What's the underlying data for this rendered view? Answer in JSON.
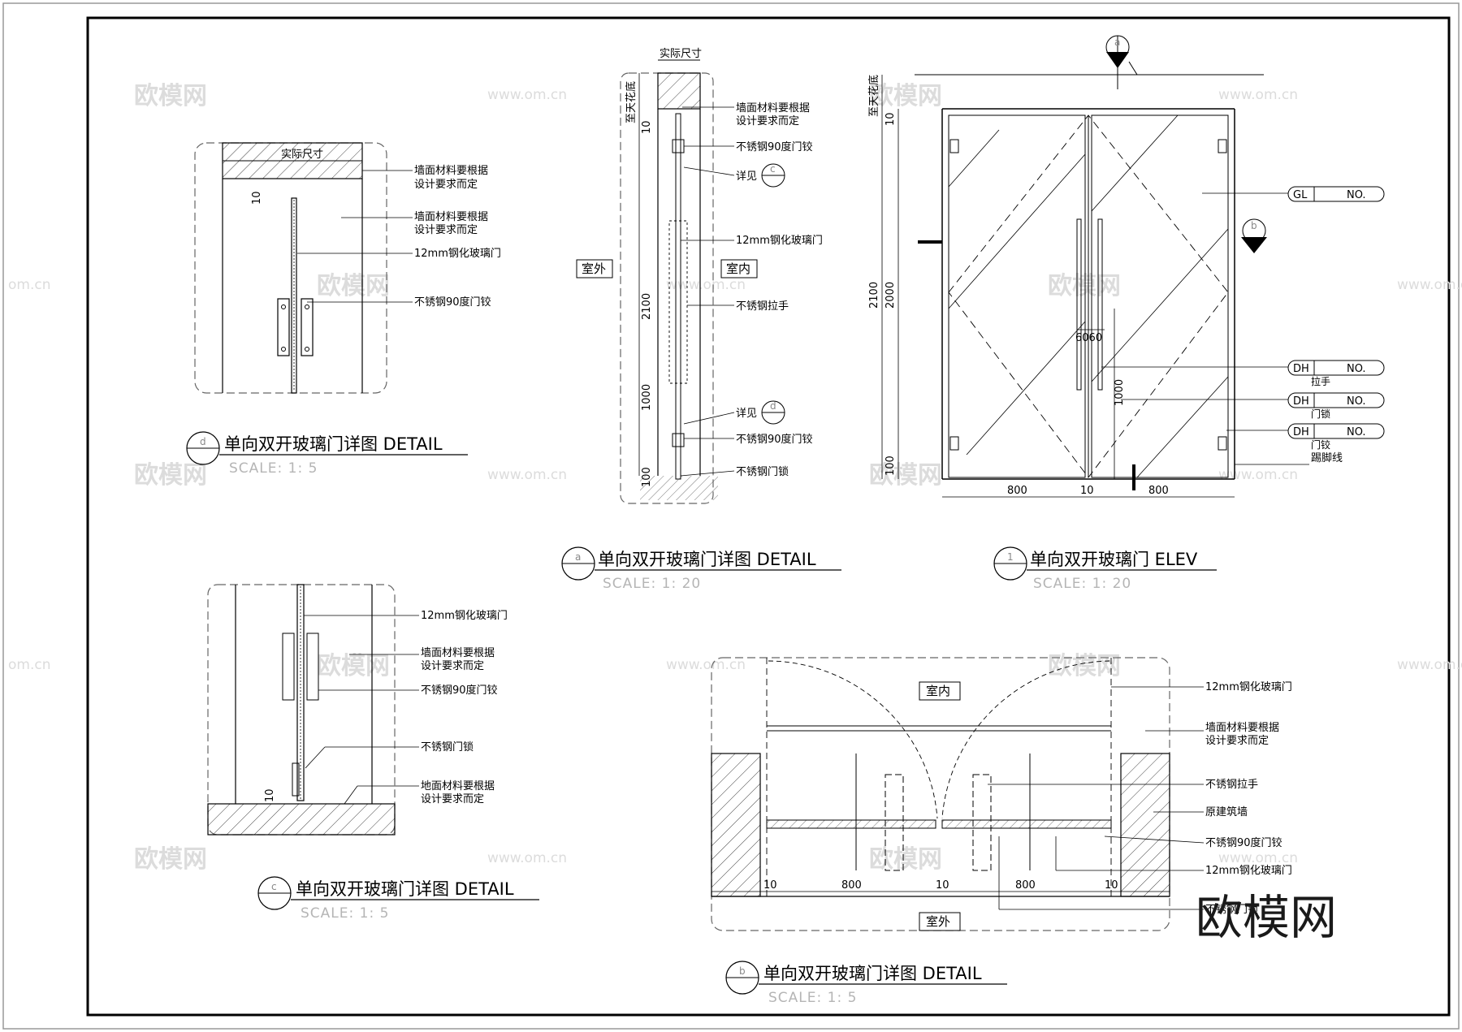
{
  "watermarks": {
    "brand": "欧模网",
    "url": "www.om.cn",
    "url_short": "om.cn",
    "brand_corner": "欧模网"
  },
  "drawing_d": {
    "top_dim": "实际尺寸",
    "gap_dim": "10",
    "labels": [
      "墙面材料要根据",
      "设计要求而定",
      "墙面材料要根据",
      "设计要求而定",
      "12mm钢化玻璃门",
      "不锈钢90度门铰"
    ],
    "bubble": "d",
    "title": "单向双开玻璃门详图   DETAIL",
    "scale": "SCALE: 1: 5"
  },
  "drawing_a": {
    "top_dim": "实际尺寸",
    "dims": [
      "至天花底",
      "10",
      "2100",
      "1000",
      "100"
    ],
    "outside": "室外",
    "inside": "室内",
    "labels": [
      "墙面材料要根据",
      "设计要求而定",
      "不锈钢90度门铰",
      "详见",
      "12mm钢化玻璃门",
      "不锈钢拉手",
      "详见",
      "不锈钢90度门铰",
      "不锈钢门锁"
    ],
    "ref_c": "c",
    "ref_d": "d",
    "bubble": "a",
    "title": "单向双开玻璃门详图   DETAIL",
    "scale": "SCALE: 1: 20"
  },
  "drawing_1": {
    "dims": [
      "至天花底",
      "10",
      "2100",
      "2000",
      "1000",
      "100",
      "800",
      "10",
      "800",
      "6060"
    ],
    "ref_a": "a",
    "ref_b": "b",
    "tags": [
      {
        "code": "GL",
        "no": "NO.",
        "note": ""
      },
      {
        "code": "DH",
        "no": "NO.",
        "note": "拉手"
      },
      {
        "code": "DH",
        "no": "NO.",
        "note": "门锁"
      },
      {
        "code": "DH",
        "no": "NO.",
        "note": "门铰"
      }
    ],
    "kick": "踢脚线",
    "bubble": "1",
    "title": "单向双开玻璃门   ELEV",
    "scale": "SCALE: 1: 20"
  },
  "drawing_c": {
    "dim": "10",
    "labels": [
      "12mm钢化玻璃门",
      "墙面材料要根据",
      "设计要求而定",
      "不锈钢90度门铰",
      "不锈钢门锁",
      "地面材料要根据",
      "设计要求而定"
    ],
    "bubble": "c",
    "title": "单向双开玻璃门详图   DETAIL",
    "scale": "SCALE: 1: 5"
  },
  "drawing_b": {
    "inside": "室内",
    "outside": "室外",
    "dims": [
      "10",
      "800",
      "10",
      "800",
      "10"
    ],
    "labels": [
      "12mm钢化玻璃门",
      "墙面材料要根据",
      "设计要求而定",
      "不锈钢拉手",
      "原建筑墙",
      "不锈钢90度门铰",
      "12mm钢化玻璃门",
      "不锈钢门锁"
    ],
    "bubble": "b",
    "title": "单向双开玻璃门详图   DETAIL",
    "scale": "SCALE: 1: 5"
  }
}
